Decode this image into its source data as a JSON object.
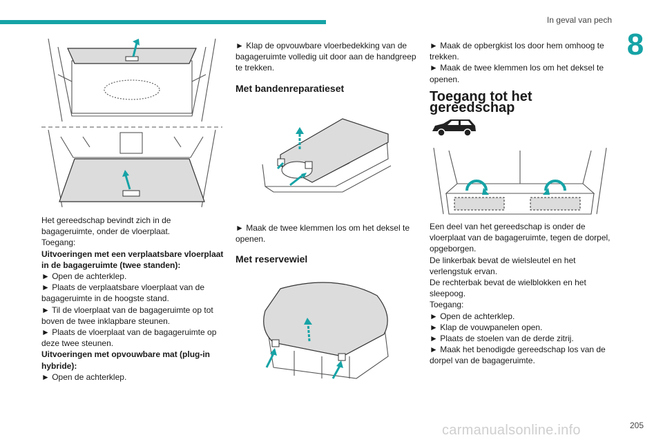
{
  "header": {
    "section_title": "In geval van pech",
    "chapter_number": "8"
  },
  "col1": {
    "paragraphs": [
      "Het gereedschap bevindt zich in de bagageruimte, onder de vloerplaat.",
      "Toegang:",
      "Uitvoeringen met een verplaatsbare vloerplaat in de bagageruimte (twee standen):",
      "► Open de achterklep.",
      "► Plaats de verplaatsbare vloerplaat van de bagageruimte in de hoogste stand.",
      "► Til de vloerplaat van de bagageruimte op tot boven de twee inklapbare steunen.",
      "► Plaats de vloerplaat van de bagageruimte op deze twee steunen.",
      "Uitvoeringen met opvouwbare mat (plug-in hybride):",
      "► Open de achterklep."
    ]
  },
  "col2": {
    "intro": "► Klap de opvouwbare vloerbedekking van de bagageruimte volledig uit door aan de handgreep te trekken.",
    "heading1": "Met bandenreparatieset",
    "step1": "► Maak de twee klemmen los om het deksel te openen.",
    "heading2": "Met reservewiel"
  },
  "col3": {
    "intro": [
      "► Maak de opbergkist los door hem omhoog te trekken.",
      "► Maak de twee klemmen los om het deksel te openen."
    ],
    "heading": "Toegang tot het gereedschap",
    "paragraphs": [
      "Een deel van het gereedschap is onder de vloerplaat van de bagageruimte, tegen de dorpel, opgeborgen.",
      "De linkerbak bevat de wielsleutel en het verlengstuk ervan.",
      "De rechterbak bevat de wielblokken en het sleepoog.",
      "Toegang:",
      "► Open de achterklep.",
      "► Klap de vouwpanelen open.",
      "► Plaats de stoelen van de derde zitrij.",
      "► Maak het benodigde gereedschap los van de dorpel van de bagageruimte."
    ]
  },
  "footer": {
    "page_number": "205",
    "watermark": "carmanualsonline.info"
  },
  "colors": {
    "accent": "#16a3a6",
    "line_art": "#555555"
  }
}
